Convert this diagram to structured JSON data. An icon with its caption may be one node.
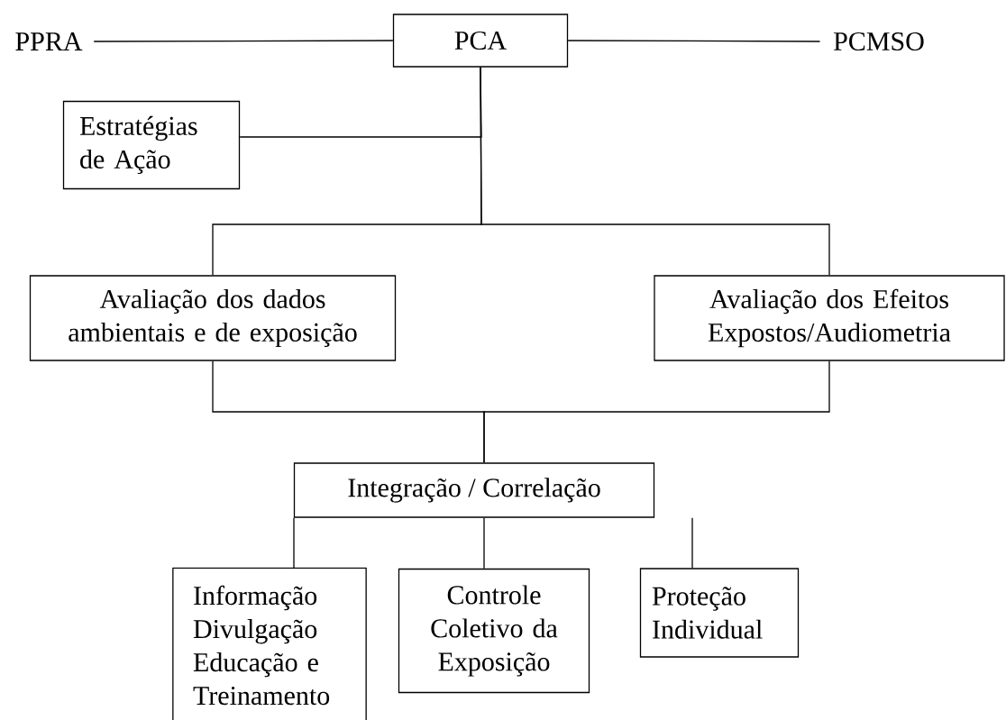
{
  "diagram": {
    "nodes": [
      {
        "text": [
          "PPRA"
        ]
      },
      {
        "text": [
          "PCA"
        ]
      },
      {
        "text": [
          "PCMSO"
        ]
      },
      {
        "text": [
          "Estratégias de Ação"
        ]
      },
      {
        "text": [
          "Avaliação dos dados ambientais e de exposição"
        ]
      },
      {
        "text": [
          "Avaliação dos Efeitos Expostos/Audiometria"
        ]
      },
      {
        "text": [
          "Integração / Correlação"
        ]
      },
      {
        "text": [
          "Informação Divulgação Educação e Treinamento"
        ]
      },
      {
        "text": [
          "Controle Coletivo da Exposição"
        ]
      },
      {
        "text": [
          "Proteção Individual"
        ]
      }
    ],
    "edges": [
      {
        "from": 0,
        "to": 1,
        "arrow": "none"
      },
      {
        "from": 1,
        "to": 2,
        "arrow": "none"
      },
      {
        "from": 1,
        "to": 3,
        "arrow": "none"
      },
      {
        "from": 1,
        "to": 4,
        "arrow": "none"
      },
      {
        "from": 1,
        "to": 5,
        "arrow": "none"
      },
      {
        "from": 4,
        "to": 6,
        "arrow": "none"
      },
      {
        "from": 5,
        "to": 6,
        "arrow": "none"
      },
      {
        "from": 6,
        "to": 7,
        "arrow": "none"
      },
      {
        "from": 6,
        "to": 8,
        "arrow": "none"
      },
      {
        "from": 6,
        "to": 9,
        "arrow": "none"
      }
    ]
  }
}
